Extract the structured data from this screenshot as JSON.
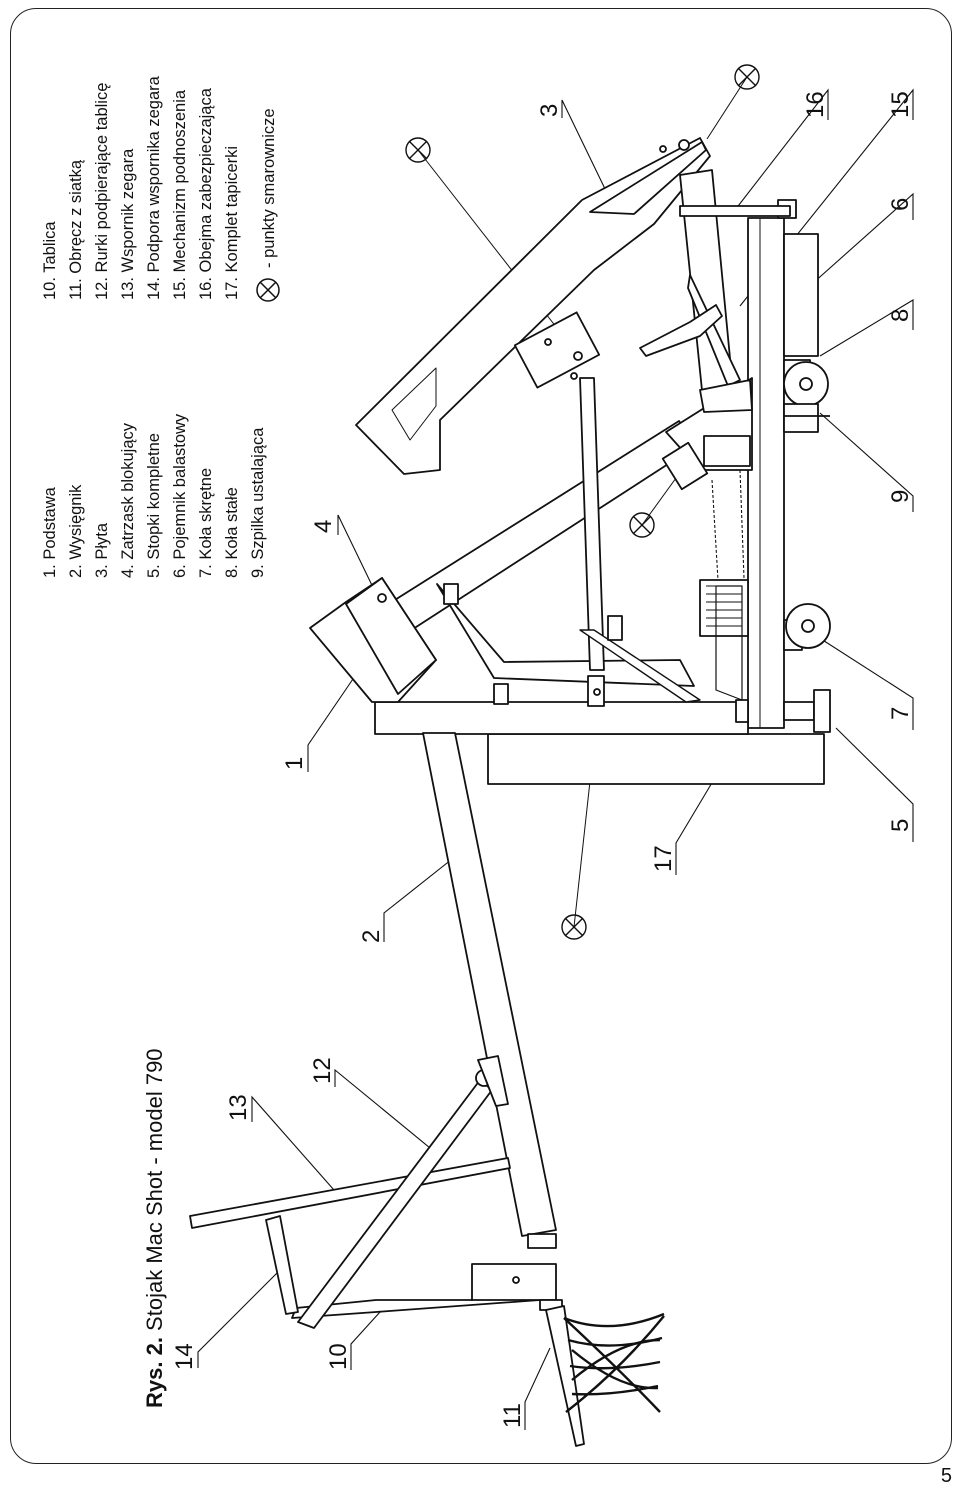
{
  "figure": {
    "label": "Rys. 2.",
    "caption": "Stojak Mac Shot - model 790",
    "page_number": "5"
  },
  "legend": {
    "items": [
      {
        "num": "1.",
        "text": "Podstawa"
      },
      {
        "num": "2.",
        "text": "Wysięgnik"
      },
      {
        "num": "3.",
        "text": "Płyta"
      },
      {
        "num": "4.",
        "text": "Zatrzask blokujący"
      },
      {
        "num": "5.",
        "text": "Stopki kompletne"
      },
      {
        "num": "6.",
        "text": "Pojemnik balastowy"
      },
      {
        "num": "7.",
        "text": "Koła skrętne"
      },
      {
        "num": "8.",
        "text": "Koła stałe"
      },
      {
        "num": "9.",
        "text": "Szpilka ustalająca"
      },
      {
        "num": "10.",
        "text": "Tablica"
      },
      {
        "num": "11.",
        "text": "Obręcz z siatką"
      },
      {
        "num": "12.",
        "text": "Rurki podpierające tablicę"
      },
      {
        "num": "13.",
        "text": "Wspornik zegara"
      },
      {
        "num": "14.",
        "text": "Podpora wspornika zegara"
      },
      {
        "num": "15.",
        "text": "Mechanizm podnoszenia"
      },
      {
        "num": "16.",
        "text": "Obejma zabezpieczająca"
      },
      {
        "num": "17.",
        "text": "Komplet tapicerki"
      }
    ],
    "lube_note": "- punkty smarownicze"
  },
  "callouts": [
    "1",
    "2",
    "3",
    "4",
    "5",
    "6",
    "7",
    "8",
    "9",
    "10",
    "11",
    "12",
    "13",
    "14",
    "15",
    "16",
    "17"
  ]
}
